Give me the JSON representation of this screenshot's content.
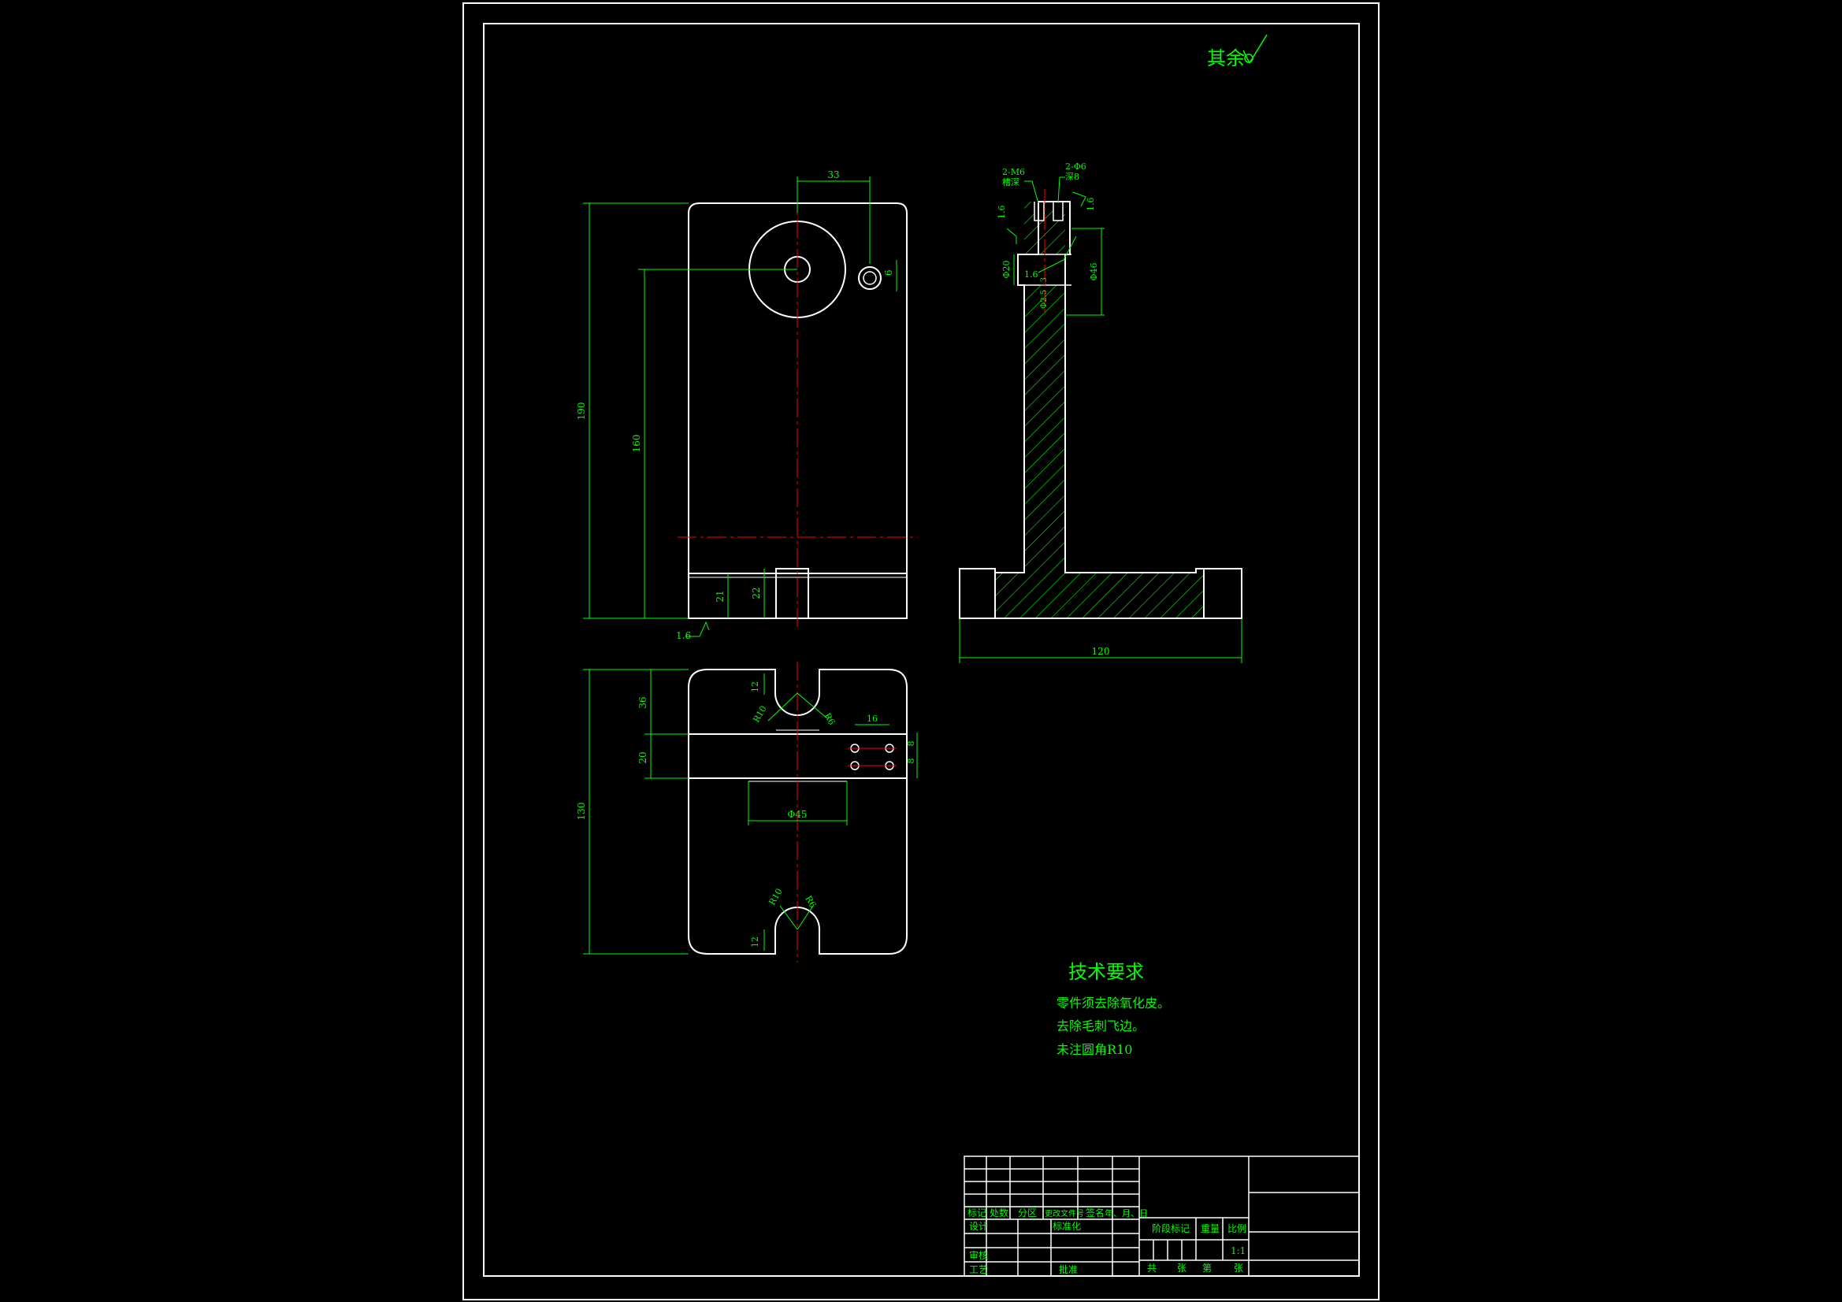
{
  "colors": {
    "background": "#000000",
    "outline": "#ffffff",
    "dimension": "#00ff00",
    "centerline": "#ff0000",
    "hatch": "#00ff00"
  },
  "surface_note": "其余",
  "front_view": {
    "dims": {
      "top_offset": "33",
      "hole_small": "6",
      "overall_height": "190",
      "center_height": "160",
      "base_step_1": "21",
      "base_step_2": "22"
    },
    "roughness": "1.6"
  },
  "side_view": {
    "labels": {
      "slot_top_left": "2-M6",
      "slot_top_left_sub": "槽深",
      "slot_top_right": "2-Φ6",
      "slot_top_right_sub": "深8",
      "rough_left": "1.6",
      "rough_right": "1.6",
      "rough_mid": "1.6",
      "dia_left": "Φ20",
      "dia_right": "Φ46",
      "bore_note": "Φ2.5 13",
      "base_width": "120"
    }
  },
  "top_view": {
    "dims": {
      "overall_height": "130",
      "upper_offset": "36",
      "mid_band": "20",
      "slot_width_top": "12",
      "slot_width_bottom": "12",
      "radius_top_left": "R10",
      "radius_top_right": "R6",
      "radius_bottom_left": "R10",
      "radius_bottom_right": "R6",
      "hole_spacing": "16",
      "hole_pitch_a": "8",
      "hole_pitch_b": "8",
      "center_dia": "Φ45"
    }
  },
  "tech_req": {
    "title": "技术要求",
    "lines": [
      "零件须去除氧化皮。",
      "去除毛刺飞边。",
      "未注圆角R10"
    ]
  },
  "title_block": {
    "header_row": [
      "标记",
      "处数",
      "分区",
      "更改文件号",
      "签名",
      "年、月、日"
    ],
    "design": "设计",
    "standard": "标准化",
    "review": "审核",
    "process": "工艺",
    "approve": "批准",
    "stage_mark": "阶段标记",
    "weight": "重量",
    "scale_label": "比例",
    "scale": "1:1",
    "sheet_total": "共",
    "sheet_unit_a": "张",
    "sheet_no": "第",
    "sheet_unit_b": "张"
  }
}
